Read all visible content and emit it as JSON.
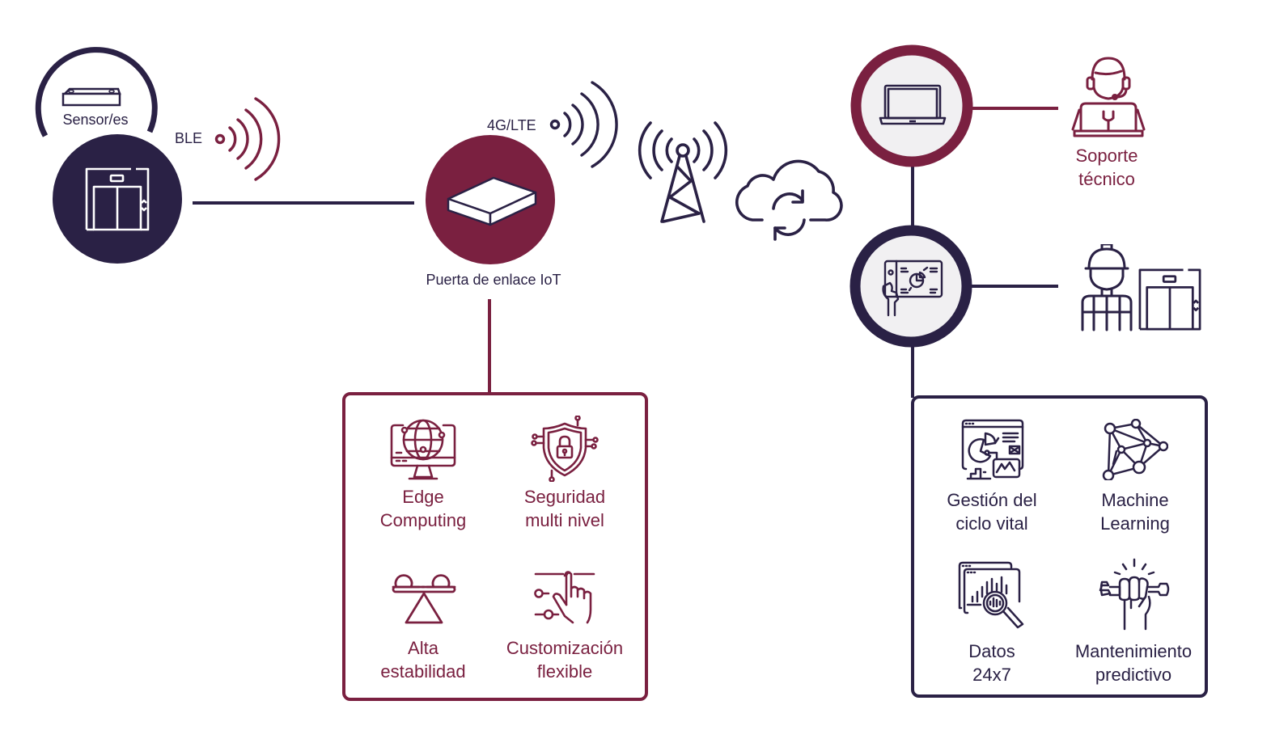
{
  "colors": {
    "navy": "#2a2145",
    "wine": "#7a2040",
    "light_fill": "#f1f0f2",
    "white": "#ffffff"
  },
  "nodes": {
    "sensor": {
      "label": "Sensor/es",
      "icon": "sensor-device-icon"
    },
    "elevator": {
      "icon": "elevator-icon"
    },
    "ble": {
      "label": "BLE",
      "icon": "wireless-signal-icon"
    },
    "gateway": {
      "label": "Puerta de enlace IoT",
      "icon": "gateway-box-icon"
    },
    "lte": {
      "label": "4G/LTE",
      "icon": "wireless-signal-icon"
    },
    "tower": {
      "icon": "cell-tower-icon"
    },
    "cloud": {
      "icon": "cloud-sync-icon"
    },
    "laptop": {
      "icon": "laptop-icon"
    },
    "tablet": {
      "icon": "tablet-analytics-icon"
    },
    "support": {
      "label_line1": "Soporte",
      "label_line2": "técnico",
      "icon": "support-agent-icon"
    },
    "technician": {
      "icons": [
        "technician-icon",
        "elevator-icon"
      ]
    }
  },
  "gateway_features": [
    {
      "line1": "Edge",
      "line2": "Computing",
      "icon": "globe-monitor-icon"
    },
    {
      "line1": "Seguridad",
      "line2": "multi nivel",
      "icon": "shield-lock-icon"
    },
    {
      "line1": "Alta",
      "line2": "estabilidad",
      "icon": "balance-scale-icon"
    },
    {
      "line1": "Customización",
      "line2": "flexible",
      "icon": "slider-hand-icon"
    }
  ],
  "platform_features": [
    {
      "line1": "Gestión del",
      "line2": "ciclo vital",
      "icon": "dashboard-analytics-icon"
    },
    {
      "line1": "Machine",
      "line2": "Learning",
      "icon": "neural-network-icon"
    },
    {
      "line1": "Datos",
      "line2": "24x7",
      "icon": "data-search-icon"
    },
    {
      "line1": "Mantenimiento",
      "line2": "predictivo",
      "icon": "fist-wrench-icon"
    }
  ]
}
